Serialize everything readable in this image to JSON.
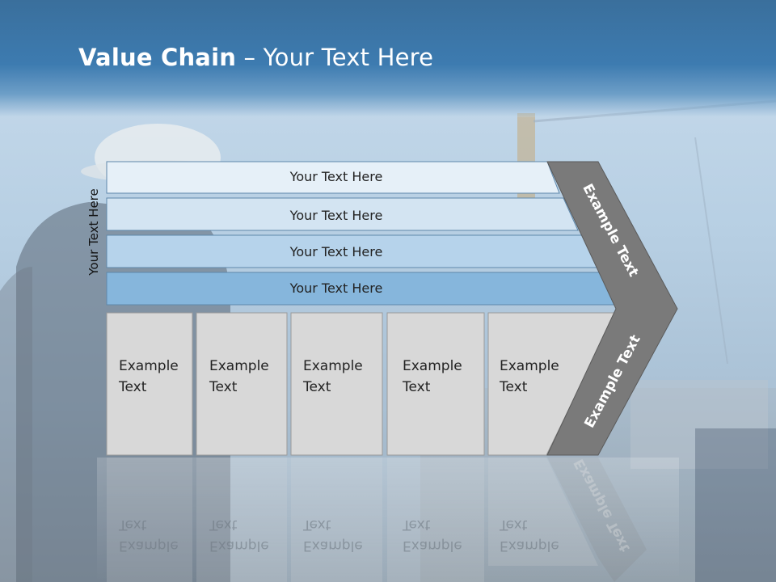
{
  "slide": {
    "title_bold": "Value Chain",
    "title_rest": " – Your Text Here",
    "side_label": "Your Text Here"
  },
  "bars": [
    {
      "label": "Your Text Here",
      "color": "#e6f0f8"
    },
    {
      "label": "Your Text Here",
      "color": "#d3e4f2"
    },
    {
      "label": "Your Text Here",
      "color": "#b6d3eb"
    },
    {
      "label": "Your Text Here",
      "color": "#86b6dc"
    }
  ],
  "cells": [
    {
      "line1": "Example",
      "line2": "Text"
    },
    {
      "line1": "Example",
      "line2": "Text"
    },
    {
      "line1": "Example",
      "line2": "Text"
    },
    {
      "line1": "Example",
      "line2": "Text"
    },
    {
      "line1": "Example",
      "line2": "Text"
    }
  ],
  "chevron": {
    "upper_label": "Example Text",
    "lower_label": "Example Text",
    "color": "#7a7a7a"
  }
}
